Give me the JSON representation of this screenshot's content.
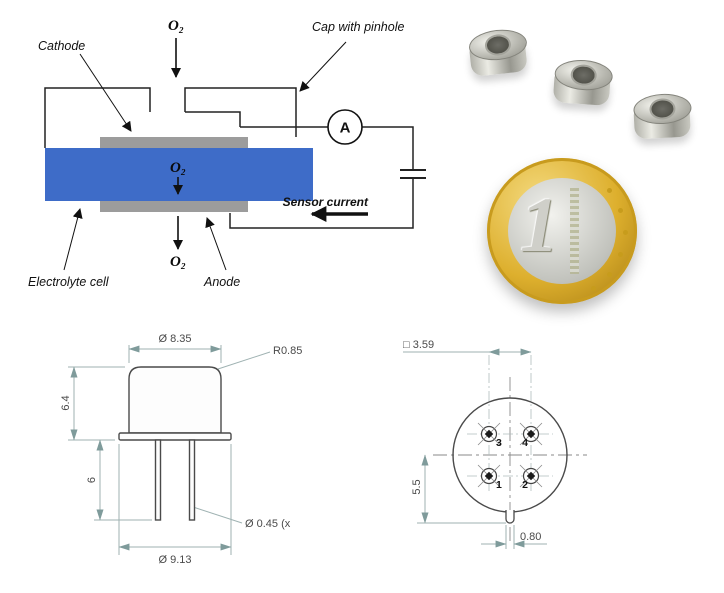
{
  "schematic": {
    "cathode_label": "Cathode",
    "cap_label": "Cap with pinhole",
    "electrolyte_label": "Electrolyte cell",
    "anode_label": "Anode",
    "sensor_current_label": "Sensor current",
    "o2_top": "O₂",
    "o2_middle": "O₂",
    "o2_bottom": "O₂",
    "ammeter_label": "A",
    "colors": {
      "electrolyte_blue": "#3e6cc8",
      "electrode_gray": "#9c9c9c"
    }
  },
  "photo": {
    "coin_digit": "1"
  },
  "side_view": {
    "top_diameter": "Ø 8.35",
    "corner_radius": "R0.85",
    "body_height": "6.4",
    "pin_length": "6",
    "pin_diameter": "Ø 0.45 (x",
    "base_diameter": "Ø 9.13"
  },
  "bottom_view": {
    "pin_pitch": "□ 3.59",
    "center_to_tab": "5.5",
    "tab_width": "0.80",
    "pin_numbers": [
      "1",
      "2",
      "3",
      "4"
    ]
  }
}
